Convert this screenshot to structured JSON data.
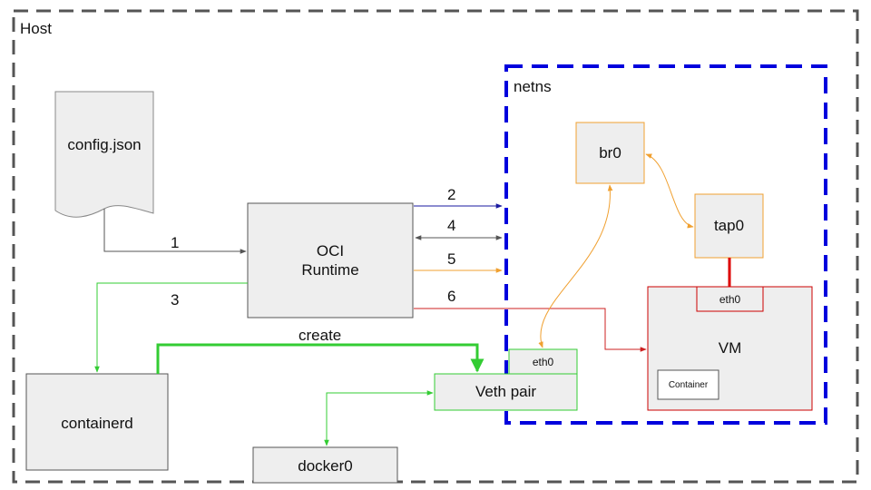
{
  "labels": {
    "host": "Host",
    "netns": "netns",
    "config": "config.json",
    "oci_line1": "OCI",
    "oci_line2": "Runtime",
    "containerd": "containerd",
    "docker0": "docker0",
    "veth": "Veth pair",
    "veth_eth0": "eth0",
    "br0": "br0",
    "tap0": "tap0",
    "vm": "VM",
    "vm_eth0": "eth0",
    "container": "Container"
  },
  "arrows": {
    "a1": "1",
    "a2": "2",
    "a3": "3",
    "a4": "4",
    "a5": "5",
    "a6": "6",
    "create": "create"
  },
  "colors": {
    "step1": "#555555",
    "step2": "#1a1aa0",
    "step4": "#555555",
    "step5": "#f0a030",
    "step6": "#cc2222",
    "step3_and_create": "#33cc33",
    "netns_border": "#0000dd",
    "host_border": "#555555",
    "orange_box": "#f0a030",
    "vm_border": "#cc0000",
    "green_box": "#33cc33",
    "box_fill": "#eeeeee"
  }
}
